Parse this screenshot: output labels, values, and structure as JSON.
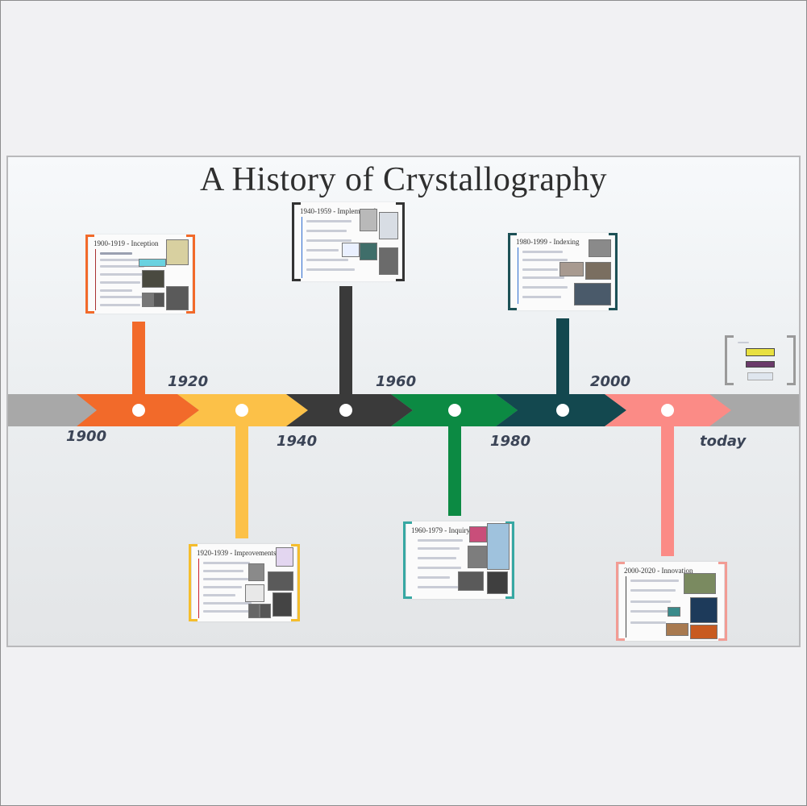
{
  "title": "A History of Crystallography",
  "years": [
    "1900",
    "1920",
    "1940",
    "1960",
    "1980",
    "2000",
    "today"
  ],
  "periods": [
    {
      "title": "1900-1919 - Inception",
      "color": "#f26a2a"
    },
    {
      "title": "1920-1939 - Improvements",
      "color": "#fcc148"
    },
    {
      "title": "1940-1959 - Implemented",
      "color": "#3a3a3a"
    },
    {
      "title": "1960-1979 - Inquiry",
      "color": "#0c8a43"
    },
    {
      "title": "1980-1999 - Indexing",
      "color": "#13484f"
    },
    {
      "title": "2000-2020 - Innovation",
      "color": "#fb8b86"
    }
  ],
  "bracket_colors": {
    "inception": "#f26a2a",
    "improvements": "#f5bd2c",
    "implemented": "#333333",
    "inquiry": "#37a8a3",
    "indexing": "#1d5156",
    "innovation": "#f29c94"
  },
  "icons": {
    "period_photo": "photo-thumbnail",
    "timeline_dot": "circle",
    "reference_logos": "logo-thumbnail"
  }
}
